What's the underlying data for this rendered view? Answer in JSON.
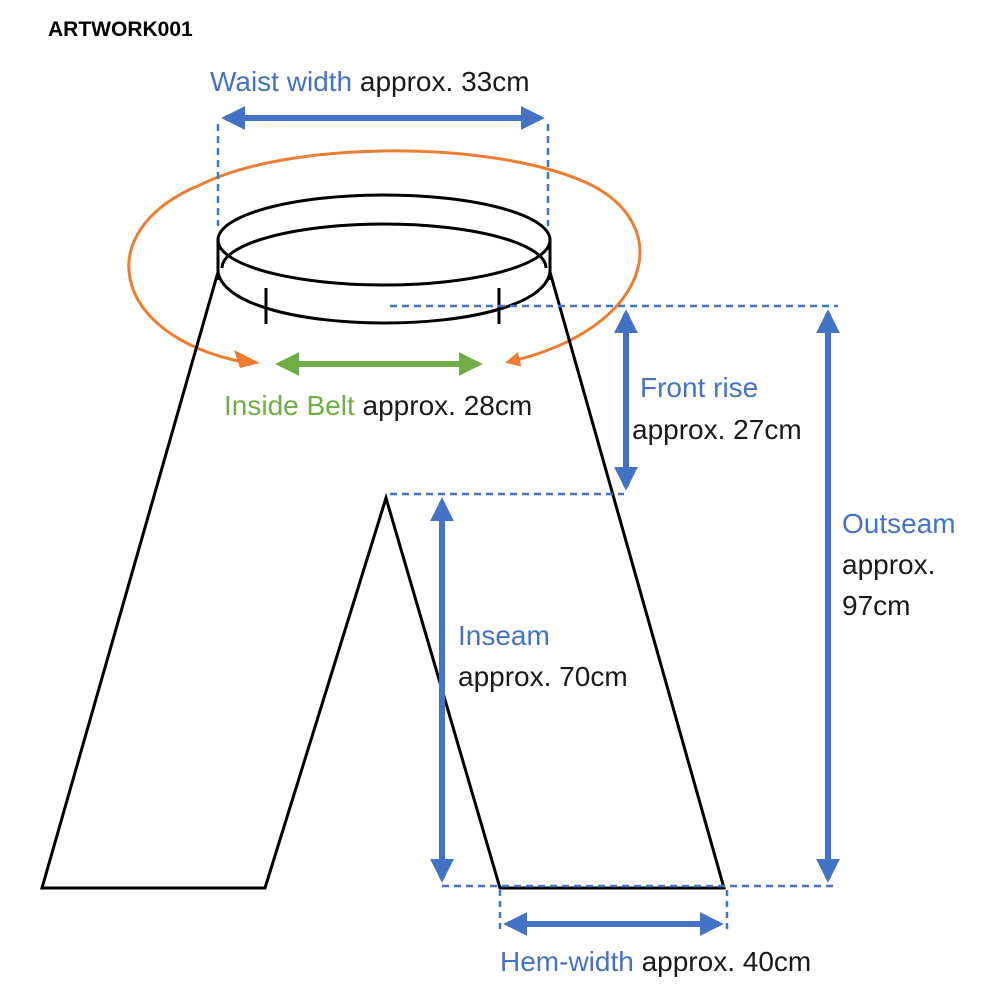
{
  "title": "ARTWORK001",
  "colors": {
    "measure_blue": "#4472c4",
    "belt_green": "#70ad47",
    "waist_orange": "#ed7d31",
    "outline": "#000000"
  },
  "measurements": {
    "waist": {
      "name": "Waist width",
      "value": "approx. 33cm"
    },
    "inside_belt": {
      "name": "Inside Belt",
      "value": "approx. 28cm"
    },
    "front_rise": {
      "name": "Front rise",
      "value": "approx. 27cm"
    },
    "outseam": {
      "name": "Outseam",
      "value_line1": "approx.",
      "value_line2": "97cm"
    },
    "inseam": {
      "name": "Inseam",
      "value": "approx. 70cm"
    },
    "hem": {
      "name": "Hem-width",
      "value": "approx. 40cm"
    }
  }
}
